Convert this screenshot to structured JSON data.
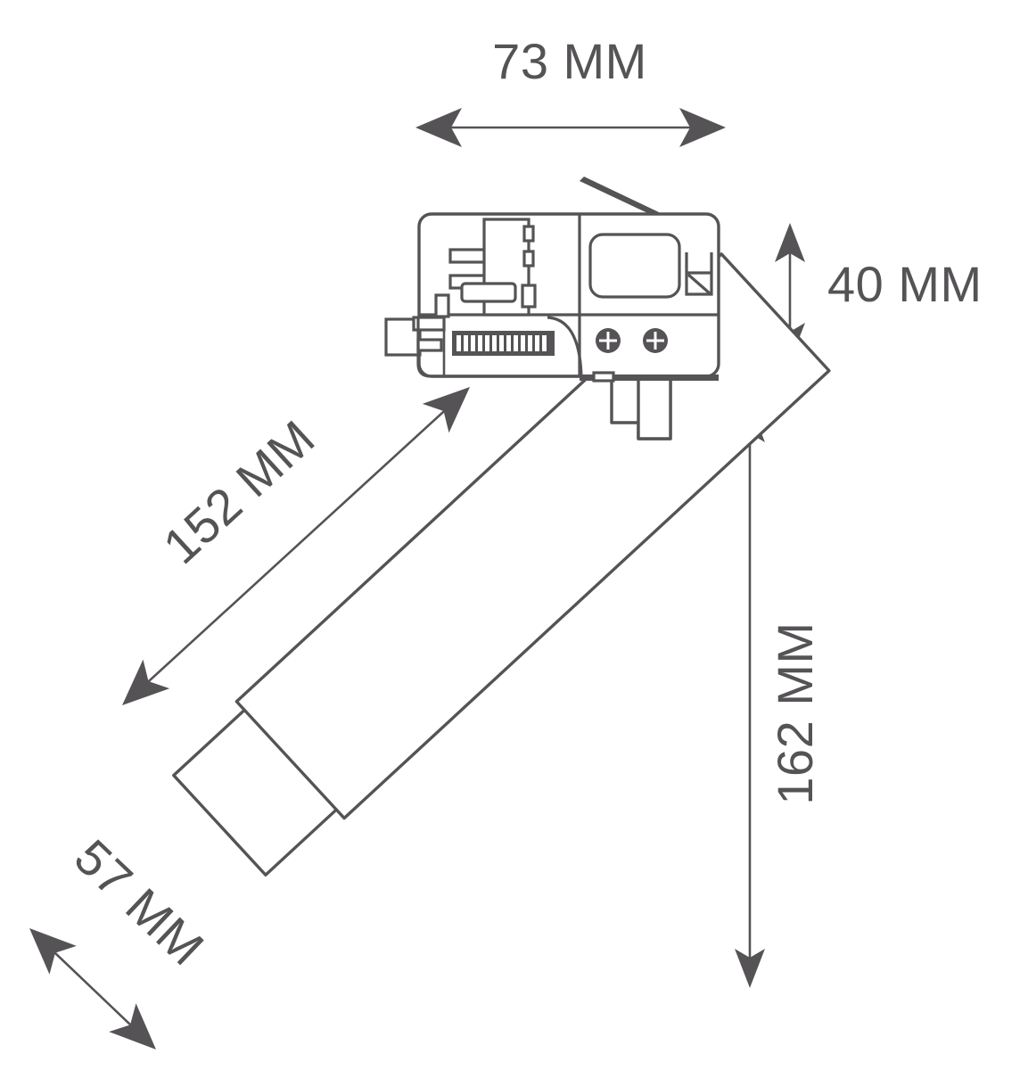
{
  "drawing": {
    "title": "Track spotlight dimension drawing",
    "units": "MM",
    "line_color": "#555355",
    "background_color": "#ffffff"
  },
  "dimensions": {
    "width": {
      "label": "73 MM",
      "value": 73,
      "unit": "MM",
      "orientation": "horizontal",
      "name": "adapter-width"
    },
    "height": {
      "label": "40 MM",
      "value": 40,
      "unit": "MM",
      "orientation": "vertical",
      "name": "adapter-height"
    },
    "length": {
      "label": "152 MM",
      "value": 152,
      "unit": "MM",
      "orientation": "diagonal-45",
      "name": "cylinder-length"
    },
    "diameter": {
      "label": "57 MM",
      "value": 57,
      "unit": "MM",
      "orientation": "diagonal-neg45",
      "name": "cylinder-diameter"
    },
    "overall": {
      "label": "162 MM",
      "value": 162,
      "unit": "MM",
      "orientation": "vertical",
      "name": "overall-height"
    }
  },
  "parts": {
    "adapter": "track-adapter-head",
    "lever": "locking-lever-arm",
    "comb": "contact-comb-strip",
    "panel": "rounded-panel",
    "bracket": "h-bracket",
    "screws": [
      "screw-left",
      "screw-right"
    ],
    "cylinder": "spotlight-cylinder-body",
    "bezel": "front-bezel-ring",
    "yoke": "mounting-yoke"
  }
}
